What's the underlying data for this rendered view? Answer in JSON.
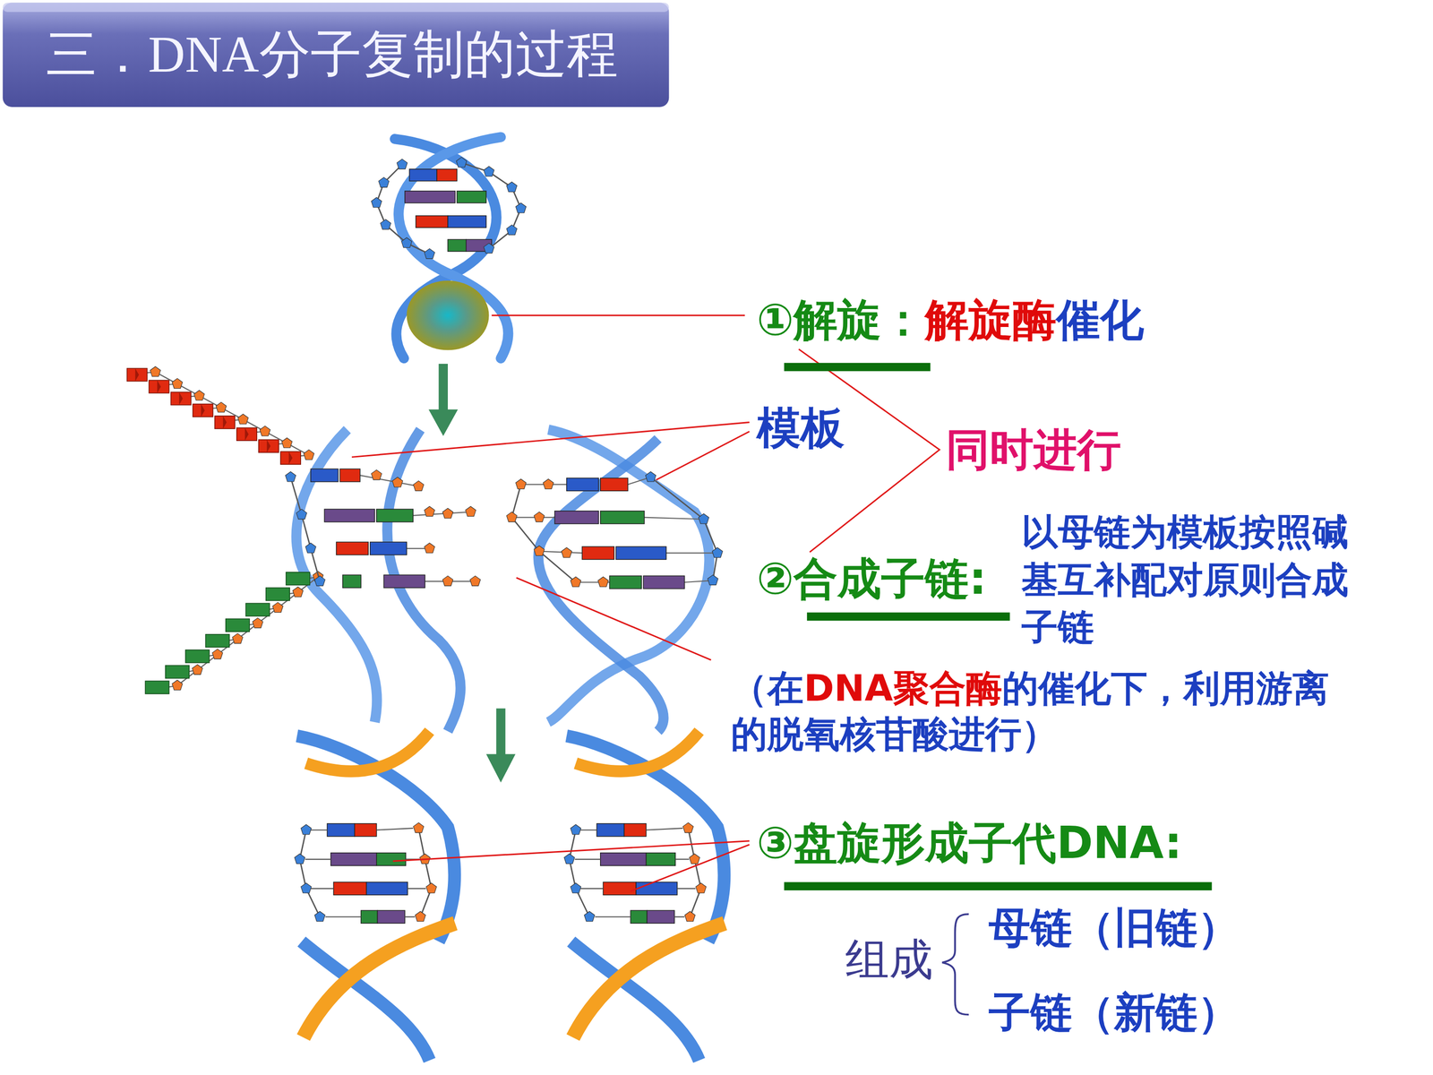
{
  "diagram": {
    "title": "三．DNA分子复制的过程",
    "labels": [
      "①解旋：",
      "解旋酶",
      "催化",
      "模板",
      "同时进行",
      "②合成子链:",
      "以母链为模板按照碱基互补配对原则合成子链",
      "（在",
      "DNA聚合酶",
      "的催化下，利用游离的脱氧核苷酸进行）",
      "③盘旋形成子代DNA:",
      "组成",
      "母链（旧链）",
      "子链（新链）"
    ]
  }
}
